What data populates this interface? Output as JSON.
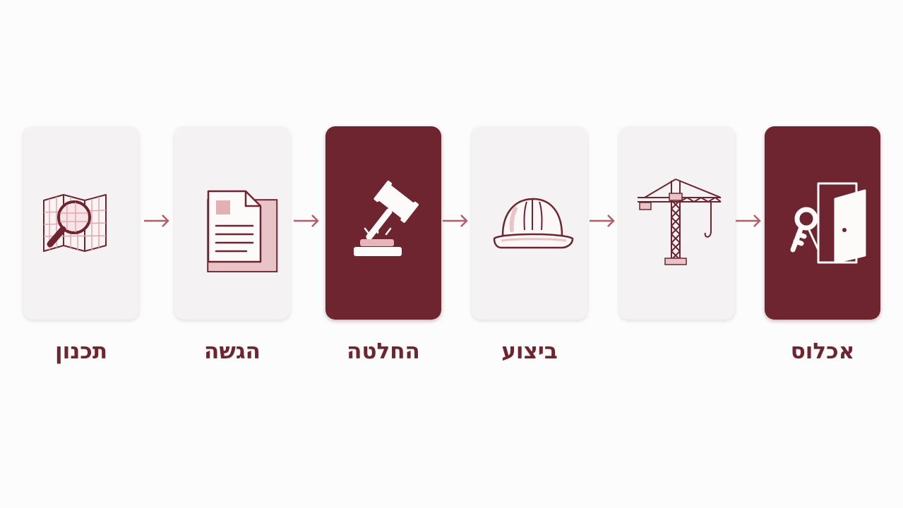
{
  "steps": [
    {
      "label": "תכנון",
      "icon": "map-magnifier-icon",
      "highlighted": false
    },
    {
      "label": "הגשה",
      "icon": "documents-icon",
      "highlighted": false
    },
    {
      "label": "החלטה",
      "icon": "gavel-icon",
      "highlighted": true
    },
    {
      "label": "ביצוע",
      "icon": "hard-hat-icon",
      "highlighted": false
    },
    {
      "label": "",
      "icon": "crane-icon",
      "highlighted": false
    },
    {
      "label": "אכלוס",
      "icon": "key-door-icon",
      "highlighted": true
    }
  ],
  "colors": {
    "accent": "#6e2530",
    "accent_light": "#e8c3c7",
    "card_bg": "#f4f2f2",
    "arrow": "#b05f6a"
  }
}
